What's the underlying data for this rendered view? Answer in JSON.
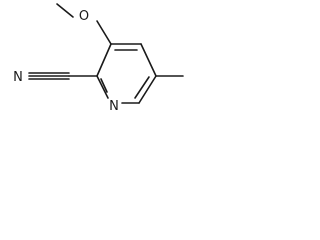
{
  "molecule": {
    "atoms": {
      "oxygen": "O",
      "nitrile_nitrogen": "N",
      "ring_nitrogen": "N"
    }
  }
}
